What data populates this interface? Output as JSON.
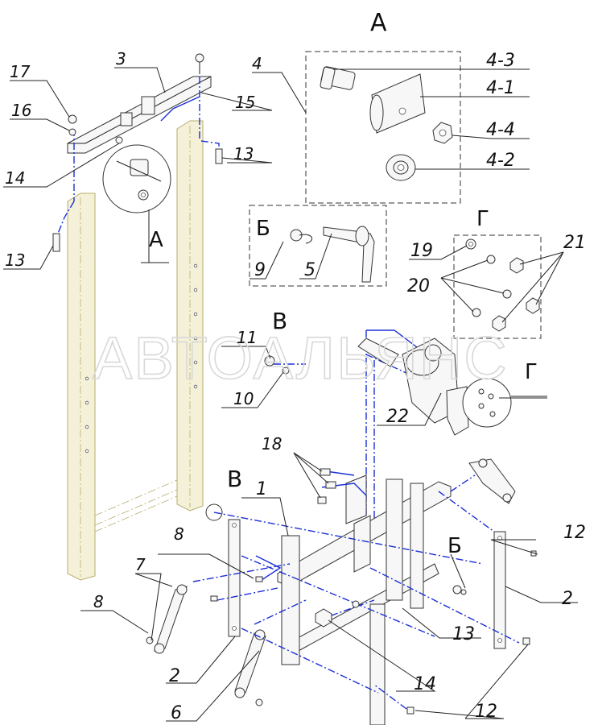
{
  "watermark": "АВТОАЛЬЯНС",
  "views": {
    "A_top": "А",
    "A_circle": "А",
    "B_box": "Б",
    "B_circle": "Б",
    "V_top": "В",
    "V_bottom": "В",
    "G_right": "Г",
    "G_circle": "Г"
  },
  "callouts": {
    "n1": "1",
    "n2_left": "2",
    "n2_right": "2",
    "n3": "3",
    "n4": "4",
    "n4_1": "4-1",
    "n4_2": "4-2",
    "n4_3": "4-3",
    "n4_4": "4-4",
    "n5": "5",
    "n6": "6",
    "n7": "7",
    "n8_top": "8",
    "n8_left": "8",
    "n9": "9",
    "n10": "10",
    "n11": "11",
    "n12_top": "12",
    "n12_bottom": "12",
    "n13_top": "13",
    "n13_left": "13",
    "n13_bottom": "13",
    "n14_top": "14",
    "n14_bottom": "14",
    "n15": "15",
    "n16": "16",
    "n17": "17",
    "n18": "18",
    "n19": "19",
    "n20": "20",
    "n21": "21",
    "n22": "22"
  },
  "colors": {
    "assembly_lines": "#1b2fd6",
    "frame_fill": "#f4f1d8",
    "frame_stroke": "#b7ad6e",
    "watermark": "#d8d8d8"
  }
}
